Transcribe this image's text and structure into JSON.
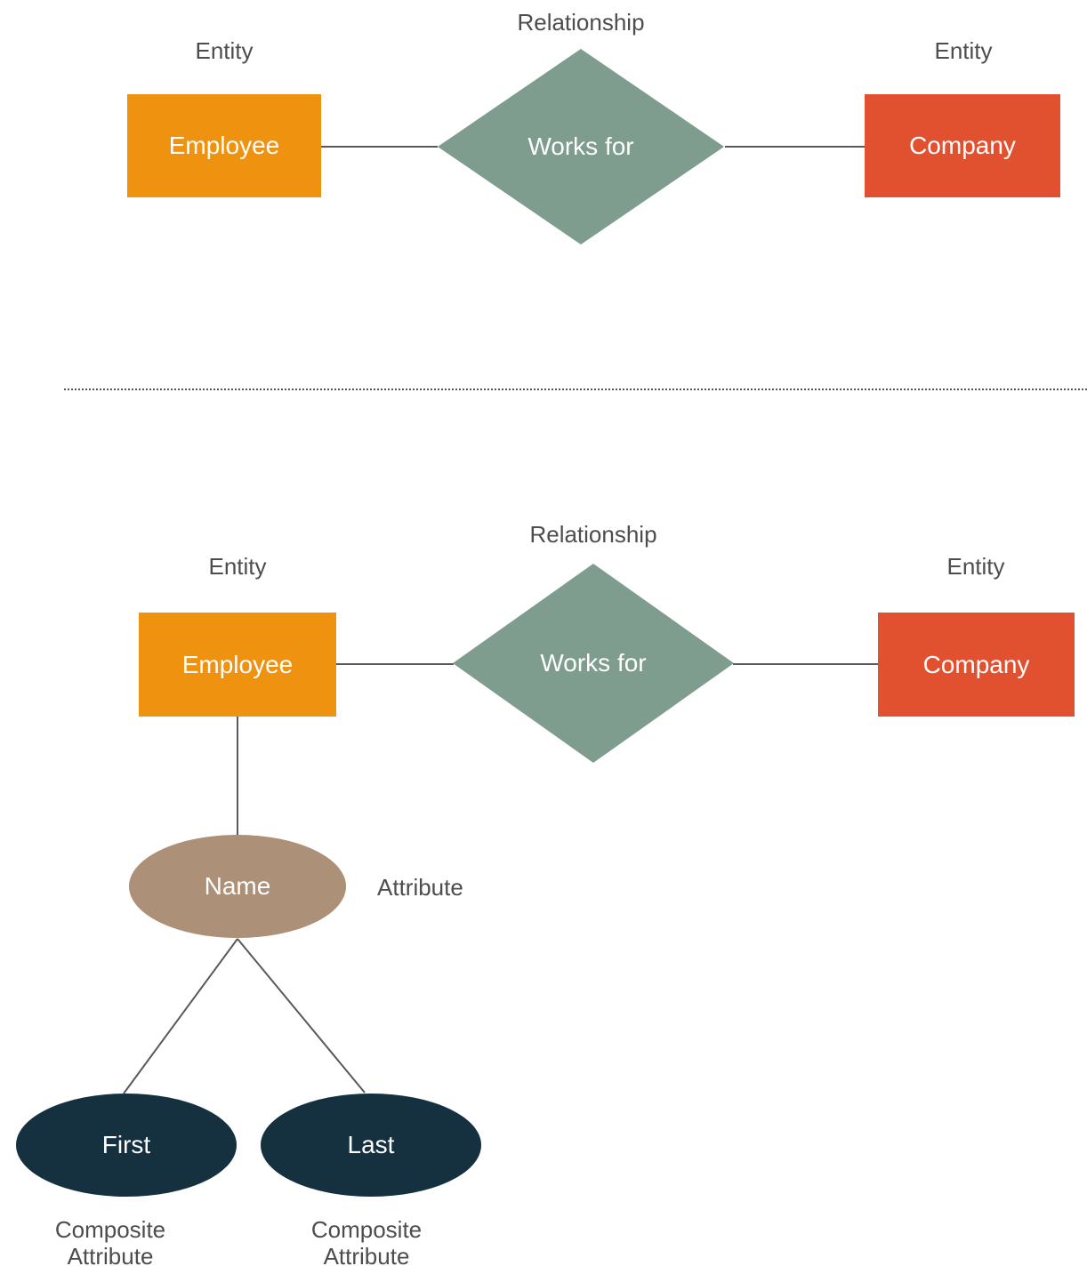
{
  "colors": {
    "entity_employee": "#EE920F",
    "entity_company": "#E2512F",
    "relationship": "#7E9D8E",
    "attribute": "#AC9077",
    "composite_attribute": "#15313F",
    "caption_text": "#4D4D4D",
    "connector": "#58595B",
    "node_text": "#FFFFFF"
  },
  "top_diagram": {
    "relationship_caption": "Relationship",
    "left_entity_caption": "Entity",
    "right_entity_caption": "Entity",
    "employee_label": "Employee",
    "relationship_label": "Works for",
    "company_label": "Company"
  },
  "bottom_diagram": {
    "relationship_caption": "Relationship",
    "left_entity_caption": "Entity",
    "right_entity_caption": "Entity",
    "employee_label": "Employee",
    "relationship_label": "Works for",
    "company_label": "Company",
    "attribute_label": "Name",
    "attribute_caption": "Attribute",
    "composite_first_label": "First",
    "composite_last_label": "Last",
    "composite_first_caption": "Composite Attribute",
    "composite_last_caption": "Composite Attribute"
  }
}
